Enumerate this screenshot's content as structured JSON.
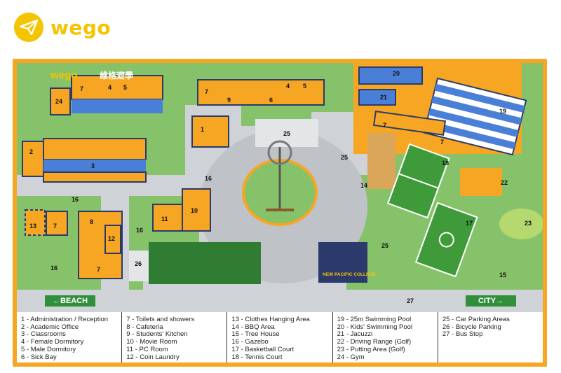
{
  "brand": {
    "name": "wego",
    "map_brand": "wego",
    "map_brand_cn": "維格遊學",
    "college_sign": "NEW PACIFIC COLLEGE"
  },
  "directions": {
    "left": "←BEACH",
    "right": "CITY→"
  },
  "road_label": "27",
  "map_labels": {
    "b1": "1",
    "b2": "2",
    "b3": "3",
    "b4a": "4",
    "b5a": "5",
    "b4b": "4",
    "b5b": "5",
    "b6": "6",
    "b7a": "7",
    "b7b": "7",
    "b7c": "7",
    "b7d": "7",
    "b7e": "7",
    "b7f": "7",
    "b8": "8",
    "b9": "9",
    "b10": "10",
    "b11": "11",
    "b12": "12",
    "b13": "13",
    "b14": "14",
    "b15": "15",
    "b16a": "16",
    "b16b": "16",
    "b16c": "16",
    "b16d": "16",
    "b17": "17",
    "b18": "18",
    "b19": "19",
    "b20": "20",
    "b21": "21",
    "b22": "22",
    "b23": "23",
    "b24": "24",
    "b25a": "25",
    "b25b": "25",
    "b25c": "25",
    "b26": "26"
  },
  "legend": [
    [
      "1 - Administration / Reception",
      "2 - Academic Office",
      "3 - Classrooms",
      "4 - Female Dormitory",
      "5 - Male Dormitory",
      "6 - Sick Bay"
    ],
    [
      "7 - Toilets and showers",
      "8 - Cafeteria",
      "9 - Students' Kitchen",
      "10 - Movie Room",
      "11 - PC Room",
      "12 - Coin Laundry"
    ],
    [
      "13 - Clothes Hanging Area",
      "14 - BBQ Area",
      "15 - Tree House",
      "16 - Gazebo",
      "17 - Basketball Court",
      "18 - Tennis Court"
    ],
    [
      "19 - 25m Swimming Pool",
      "20 - Kids' Swimming Pool",
      "21 - Jacuzzi",
      "22 - Driving Range (Golf)",
      "23 - Putting Area (Golf)",
      "24 - Gym"
    ],
    [
      "25 - Car Parking Areas",
      "26 - Bicycle Parking",
      "27 - Bus Stop"
    ]
  ],
  "colors": {
    "brand_yellow": "#f5c400",
    "frame_orange": "#f6a623",
    "grass": "#86c26a",
    "building": "#f6a623",
    "court": "#3f9a3a",
    "pool": "#4a7fd8"
  }
}
